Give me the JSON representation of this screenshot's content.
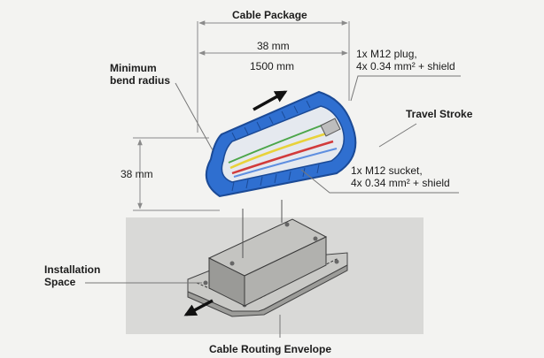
{
  "labels": {
    "cable_package": "Cable Package",
    "width_dim": "38 mm",
    "length_dim": "1500 mm",
    "min_bend_radius": [
      "Minimum",
      "bend radius"
    ],
    "plug": [
      "1x M12 plug,",
      "4x 0.34 mm² + shield"
    ],
    "travel_stroke": "Travel Stroke",
    "height_dim": "38 mm",
    "socket": [
      "1x M12 sucket,",
      "4x 0.34 mm² + shield"
    ],
    "installation_space": [
      "Installation",
      "Space"
    ],
    "cable_routing_envelope": "Cable Routing Envelope"
  },
  "colors": {
    "chain_blue": "#2f6fd0",
    "chain_dark": "#1b4a96",
    "installation_area": "#d9d9d7",
    "mounting_plate": "#c9c9c6",
    "block": "#aeaeab",
    "arrow": "#111111",
    "dimension_line": "#8a8a8a",
    "cable_yellow": "#e8d23a",
    "cable_red": "#d23b3b",
    "cable_green": "#4ca64a"
  }
}
